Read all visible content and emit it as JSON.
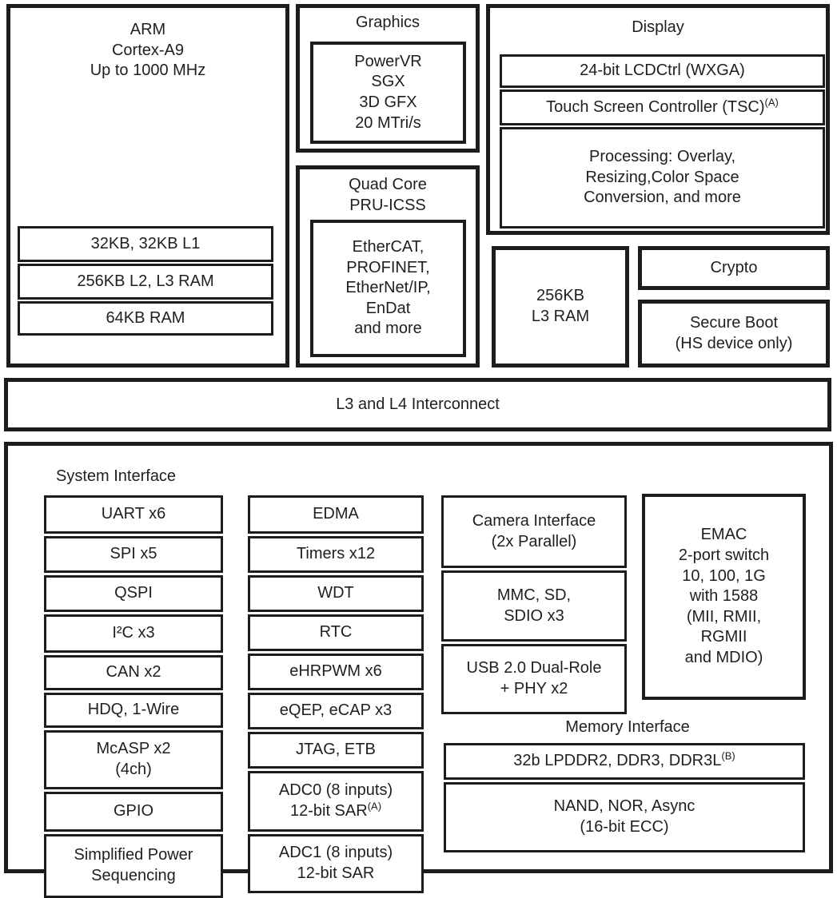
{
  "arm": {
    "title": "ARM\nCortex-A9\nUp to 1000 MHz",
    "mem_rows": [
      "32KB, 32KB L1",
      "256KB L2, L3 RAM",
      "64KB RAM"
    ]
  },
  "graphics": {
    "title": "Graphics",
    "body": "PowerVR\nSGX\n3D GFX\n20 MTri/s"
  },
  "pru": {
    "title": "Quad Core\nPRU-ICSS",
    "body": "EtherCAT,\nPROFINET,\nEtherNet/IP,\nEnDat\nand more"
  },
  "display": {
    "title": "Display",
    "lcd": "24-bit LCDCtrl (WXGA)",
    "tsc": {
      "text": "Touch Screen Controller (TSC)",
      "sup": "(A)"
    },
    "processing": "Processing: Overlay,\nResizing,Color Space\nConversion, and more"
  },
  "l3ram": "256KB\nL3 RAM",
  "crypto": "Crypto",
  "secure_boot": "Secure Boot\n(HS device only)",
  "interconnect": "L3 and L4 Interconnect",
  "system": {
    "title": "System Interface",
    "col1": [
      "UART x6",
      "SPI x5",
      "QSPI",
      "I²C x3",
      "CAN x2",
      "HDQ, 1-Wire",
      "McASP x2\n(4ch)",
      "GPIO",
      "Simplified Power\nSequencing"
    ],
    "col2": [
      "EDMA",
      "Timers x12",
      "WDT",
      "RTC",
      "eHRPWM x6",
      "eQEP, eCAP x3",
      "JTAG, ETB"
    ],
    "adc0": {
      "line1": "ADC0 (8 inputs)",
      "line2": "12-bit SAR",
      "sup": "(A)"
    },
    "adc1": "ADC1 (8 inputs)\n12-bit SAR",
    "col3": [
      "Camera Interface\n(2x Parallel)",
      "MMC, SD,\nSDIO x3",
      "USB 2.0 Dual-Role\n+ PHY x2"
    ],
    "emac": "EMAC\n2-port switch\n10, 100, 1G\nwith 1588\n(MII, RMII,\nRGMII\nand MDIO)"
  },
  "memory": {
    "title": "Memory Interface",
    "ddr": {
      "text": "32b LPDDR2, DDR3, DDR3L",
      "sup": "(B)"
    },
    "nand": "NAND, NOR, Async\n(16-bit ECC)"
  },
  "colors": {
    "border": "#1c1c1c",
    "text": "#1f1f1f",
    "background": "#ffffff"
  }
}
